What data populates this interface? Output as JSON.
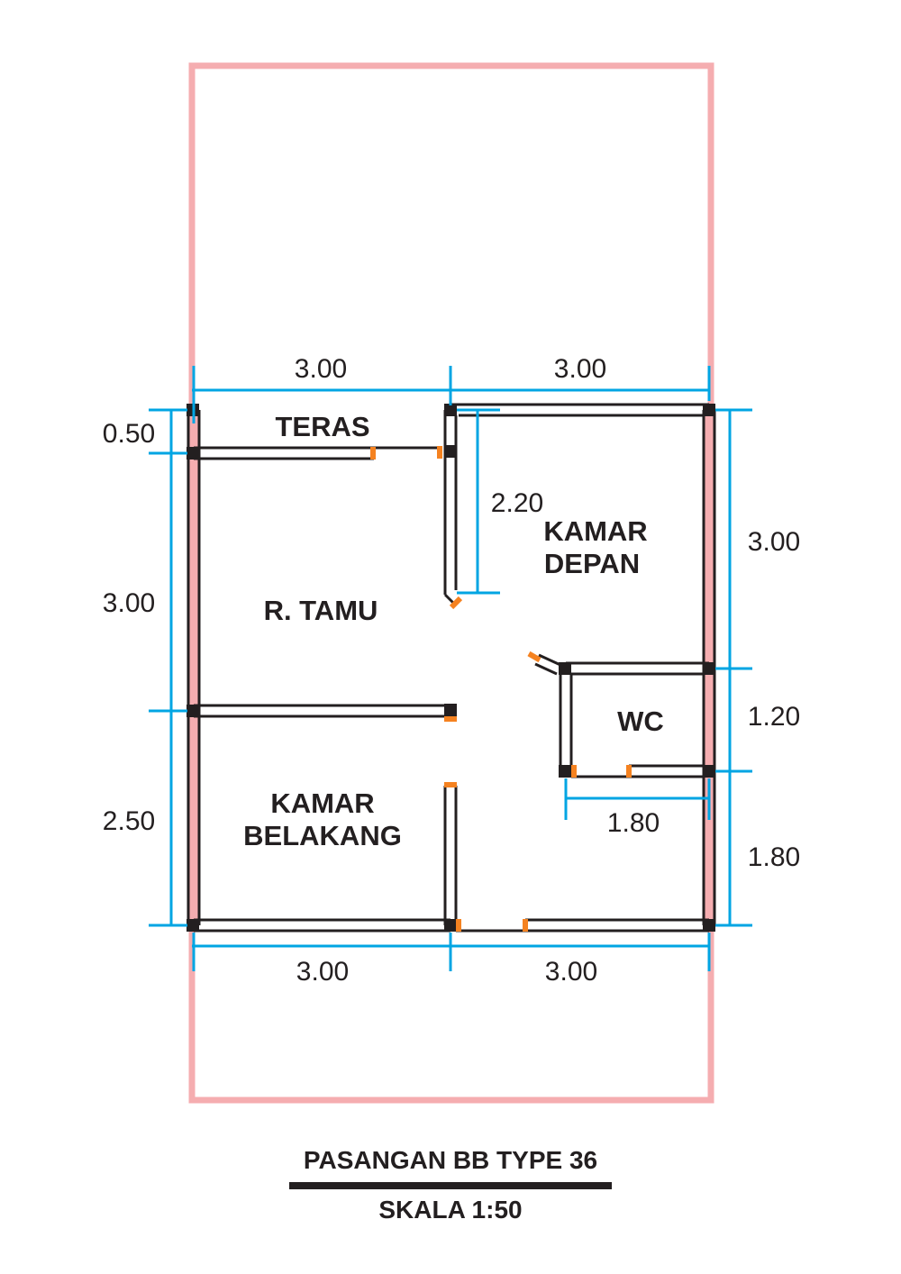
{
  "drawing": {
    "title": "PASANGAN BB TYPE 36",
    "scale": "SKALA 1:50"
  },
  "rooms": {
    "teras": "TERAS",
    "kamar_depan_line1": "KAMAR",
    "kamar_depan_line2": "DEPAN",
    "r_tamu": "R. TAMU",
    "wc": "WC",
    "kamar_belakang_line1": "KAMAR",
    "kamar_belakang_line2": "BELAKANG"
  },
  "dimensions": {
    "top_left": "3.00",
    "top_right": "3.00",
    "bottom_left": "3.00",
    "bottom_right": "3.00",
    "left_teras": "0.50",
    "left_tamu": "3.00",
    "left_belakang": "2.50",
    "right_depan": "3.00",
    "right_wc": "1.20",
    "right_bottom": "1.80",
    "inner_depan": "2.20",
    "wc_width": "1.80"
  },
  "colors": {
    "wall": "#231f20",
    "dimension_line": "#00a5e3",
    "lot_boundary": "#f5adb0",
    "door_marker": "#f58220",
    "column": "#231f20",
    "title_rule": "#231f20"
  }
}
